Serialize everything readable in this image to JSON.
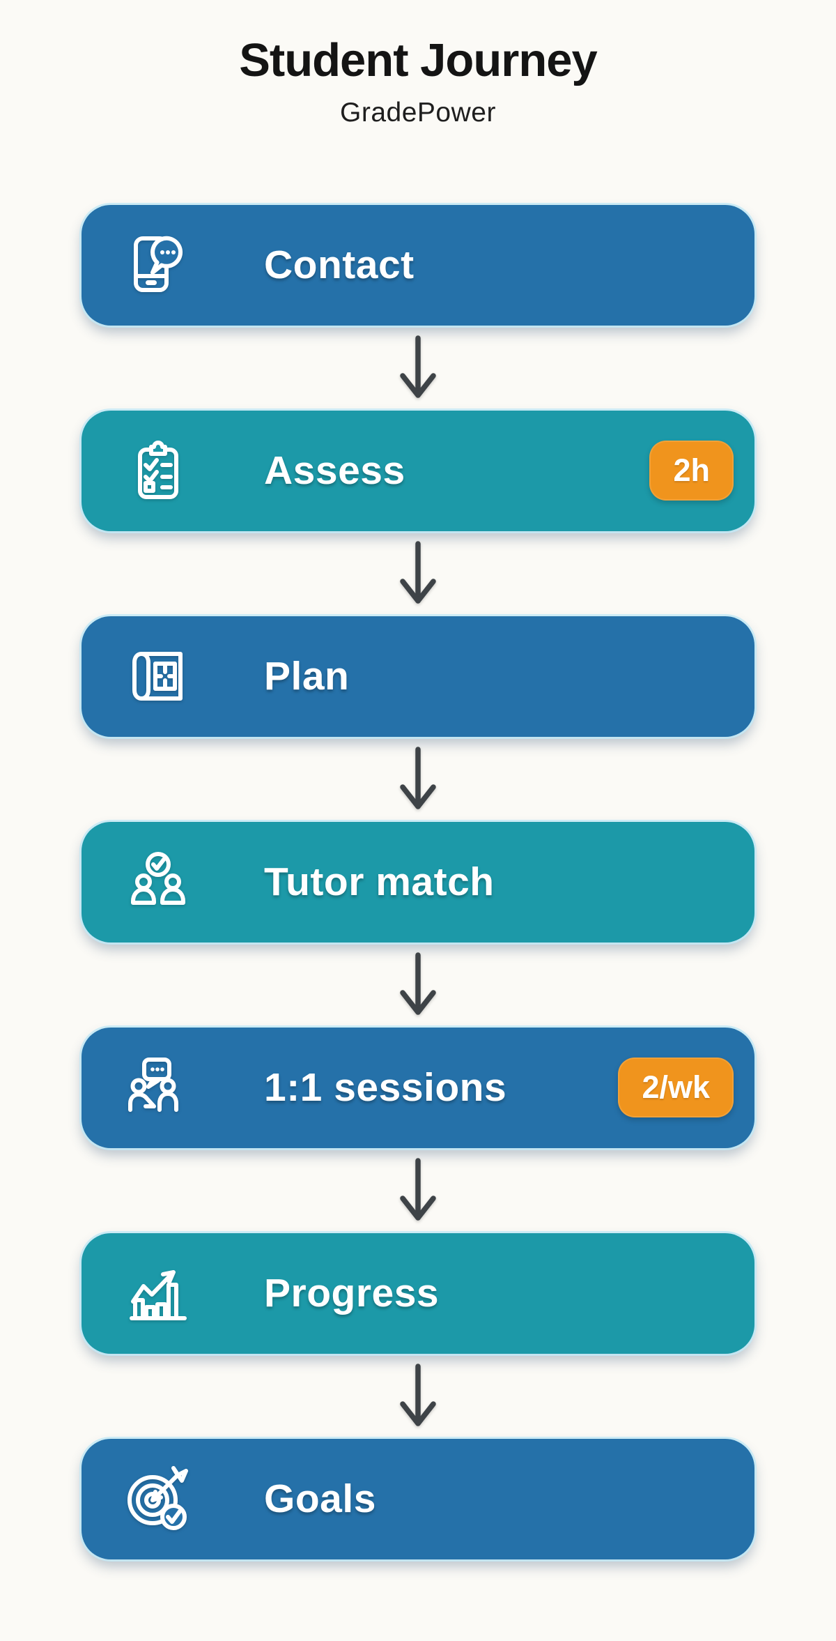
{
  "header": {
    "title": "Student Journey",
    "subtitle": "GradePower"
  },
  "steps": [
    {
      "label": "Contact",
      "icon": "phone-chat-icon",
      "color": "blue"
    },
    {
      "label": "Assess",
      "icon": "clipboard-checklist-icon",
      "color": "teal",
      "badge": "2h"
    },
    {
      "label": "Plan",
      "icon": "blueprint-icon",
      "color": "blue"
    },
    {
      "label": "Tutor match",
      "icon": "people-check-icon",
      "color": "teal"
    },
    {
      "label": "1:1 sessions",
      "icon": "chat-people-icon",
      "color": "blue",
      "badge": "2/wk"
    },
    {
      "label": "Progress",
      "icon": "growth-chart-icon",
      "color": "teal"
    },
    {
      "label": "Goals",
      "icon": "target-check-icon",
      "color": "blue"
    }
  ],
  "connector": "down-arrow-icon",
  "colors": {
    "step_blue": "#2571A9",
    "step_teal": "#1C99A8",
    "badge_orange": "#F0941D",
    "arrow_gray": "#3E4347",
    "background": "#FBFAF6",
    "title_text": "#141414",
    "card_text": "#FFFFFF"
  }
}
